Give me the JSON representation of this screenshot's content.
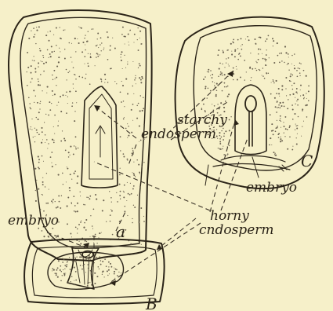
{
  "labels": {
    "starchy_line1": "starchy",
    "starchy_line2": "endosperm",
    "horny_line1": "horny",
    "horny_line2": "cndosperm",
    "embryo_left": "embryo",
    "embryo_right": "embryo",
    "panel_a": "a",
    "panel_b": "B",
    "panel_c": "C"
  },
  "colors": {
    "paper": "#f6f0c9",
    "ink": "#2b2418",
    "stipple": "#6b6250"
  }
}
